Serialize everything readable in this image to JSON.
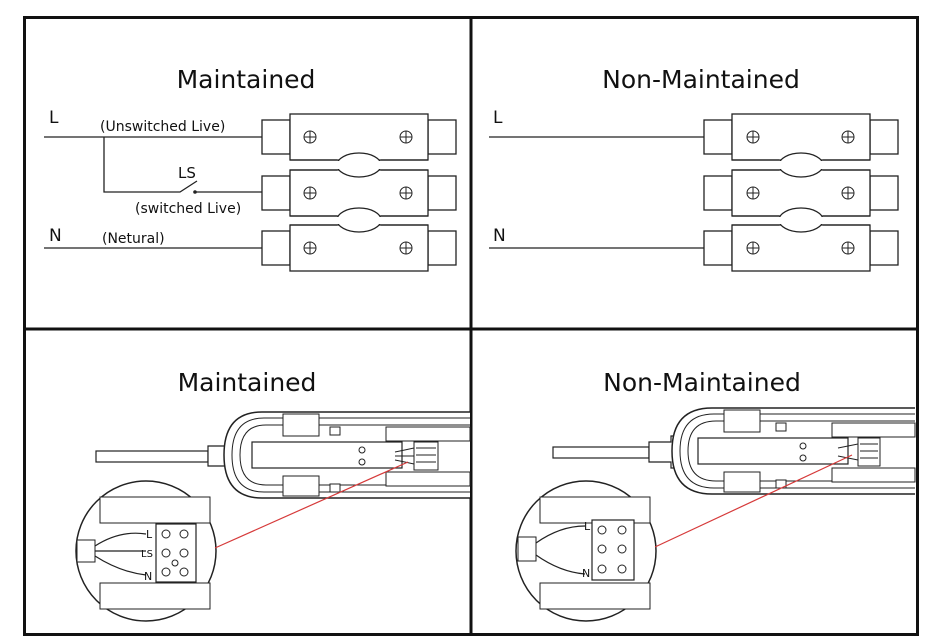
{
  "colors": {
    "ink": "#222222",
    "border": "#111111",
    "leader": "#d63a3a"
  },
  "top_left": {
    "title": "Maintained",
    "label_L": "L",
    "label_unswitched": "(Unswitched Live)",
    "label_LS": "LS",
    "label_switched": "(switched Live)",
    "label_N": "N",
    "label_neutral": "(Netural)"
  },
  "top_right": {
    "title": "Non-Maintained",
    "label_L": "L",
    "label_N": "N"
  },
  "bottom_left": {
    "title": "Maintained",
    "terminal_L": "L",
    "terminal_LS": "LS",
    "terminal_N": "N"
  },
  "bottom_right": {
    "title": "Non-Maintained",
    "terminal_L": "L",
    "terminal_N": "N"
  }
}
